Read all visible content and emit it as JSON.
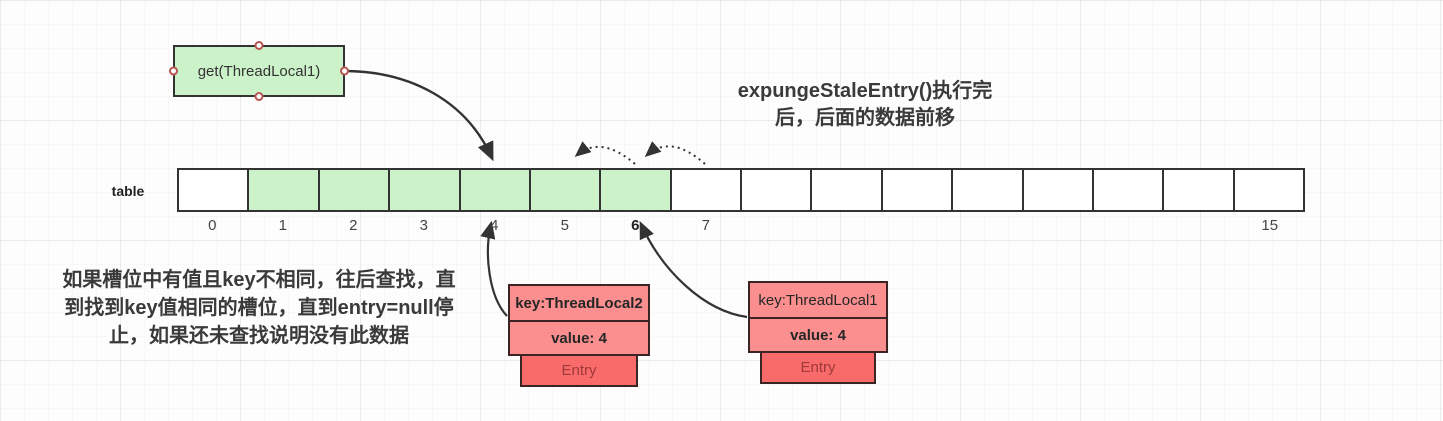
{
  "get_box": {
    "label": "get(ThreadLocal1)"
  },
  "title": {
    "line1": "expungeStaleEntry()执行完",
    "line2": "后，后面的数据前移"
  },
  "note": {
    "line1": "如果槽位中有值且key不相同，往后查找，直",
    "line2": "到找到key值相同的槽位，直到entry=null停",
    "line3": "止，如果还未查找说明没有此数据"
  },
  "table": {
    "label": "table",
    "cell_count": 16,
    "filled_cells": [
      1,
      2,
      3,
      4,
      5,
      6
    ],
    "index_labels": [
      {
        "cell": 0,
        "text": "0",
        "bold": false
      },
      {
        "cell": 1,
        "text": "1",
        "bold": false
      },
      {
        "cell": 2,
        "text": "2",
        "bold": false
      },
      {
        "cell": 3,
        "text": "3",
        "bold": false
      },
      {
        "cell": 4,
        "text": "4",
        "bold": false
      },
      {
        "cell": 5,
        "text": "5",
        "bold": false
      },
      {
        "cell": 6,
        "text": "6",
        "bold": true
      },
      {
        "cell": 7,
        "text": "7",
        "bold": false
      },
      {
        "cell": 15,
        "text": "15",
        "bold": false
      }
    ]
  },
  "entries": [
    {
      "key": "key:ThreadLocal2",
      "value": "value: 4",
      "tag": "Entry",
      "points_to_cell": 4
    },
    {
      "key": "key:ThreadLocal1",
      "value": "value: 4",
      "tag": "Entry",
      "points_to_cell": 6
    }
  ],
  "colors": {
    "green_fill": "#ccf2ca",
    "red_fill": "#fb8f8f",
    "red_deep": "#f96b6b",
    "entry_text": "#a03939",
    "handle_border": "#b85450",
    "line": "#333333",
    "ink": "#3a3a3a"
  }
}
